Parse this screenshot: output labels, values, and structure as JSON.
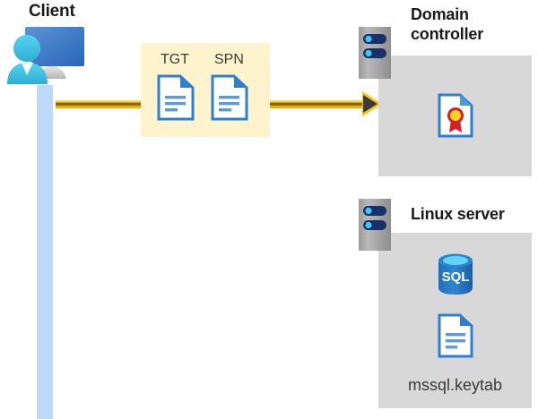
{
  "diagram": {
    "title_client": "Client",
    "title_domain_controller": "Domain controller",
    "title_linux_server": "Linux server",
    "background_color": "#ffffff"
  },
  "client": {
    "label": "Client",
    "icon": "user-monitor-icon",
    "lifeline_color": "#bed9f7",
    "monitor_color": "#3f78c8",
    "person_color": "#36bde0"
  },
  "message": {
    "box_color": "#fdf3cd",
    "items": [
      {
        "label": "TGT",
        "icon": "document-icon"
      },
      {
        "label": "SPN",
        "icon": "document-icon"
      }
    ],
    "arrow": {
      "direction": "right",
      "color": "#ffc20e",
      "head_color": "#3a3a43"
    }
  },
  "domain_controller": {
    "label": "Domain controller",
    "label_lines": [
      "Domain",
      "controller"
    ],
    "server_icon": "server-rack-icon",
    "panel_color": "#d8d8d8",
    "contents": [
      {
        "icon": "certificate-document-icon",
        "label": ""
      }
    ]
  },
  "linux_server": {
    "label": "Linux server",
    "server_icon": "server-rack-icon",
    "panel_color": "#d8d8d8",
    "contents": [
      {
        "icon": "sql-database-icon",
        "label": "SQL"
      },
      {
        "icon": "document-icon",
        "label": "mssql.keytab"
      }
    ],
    "keytab_filename": "mssql.keytab",
    "sql_text": "SQL"
  }
}
